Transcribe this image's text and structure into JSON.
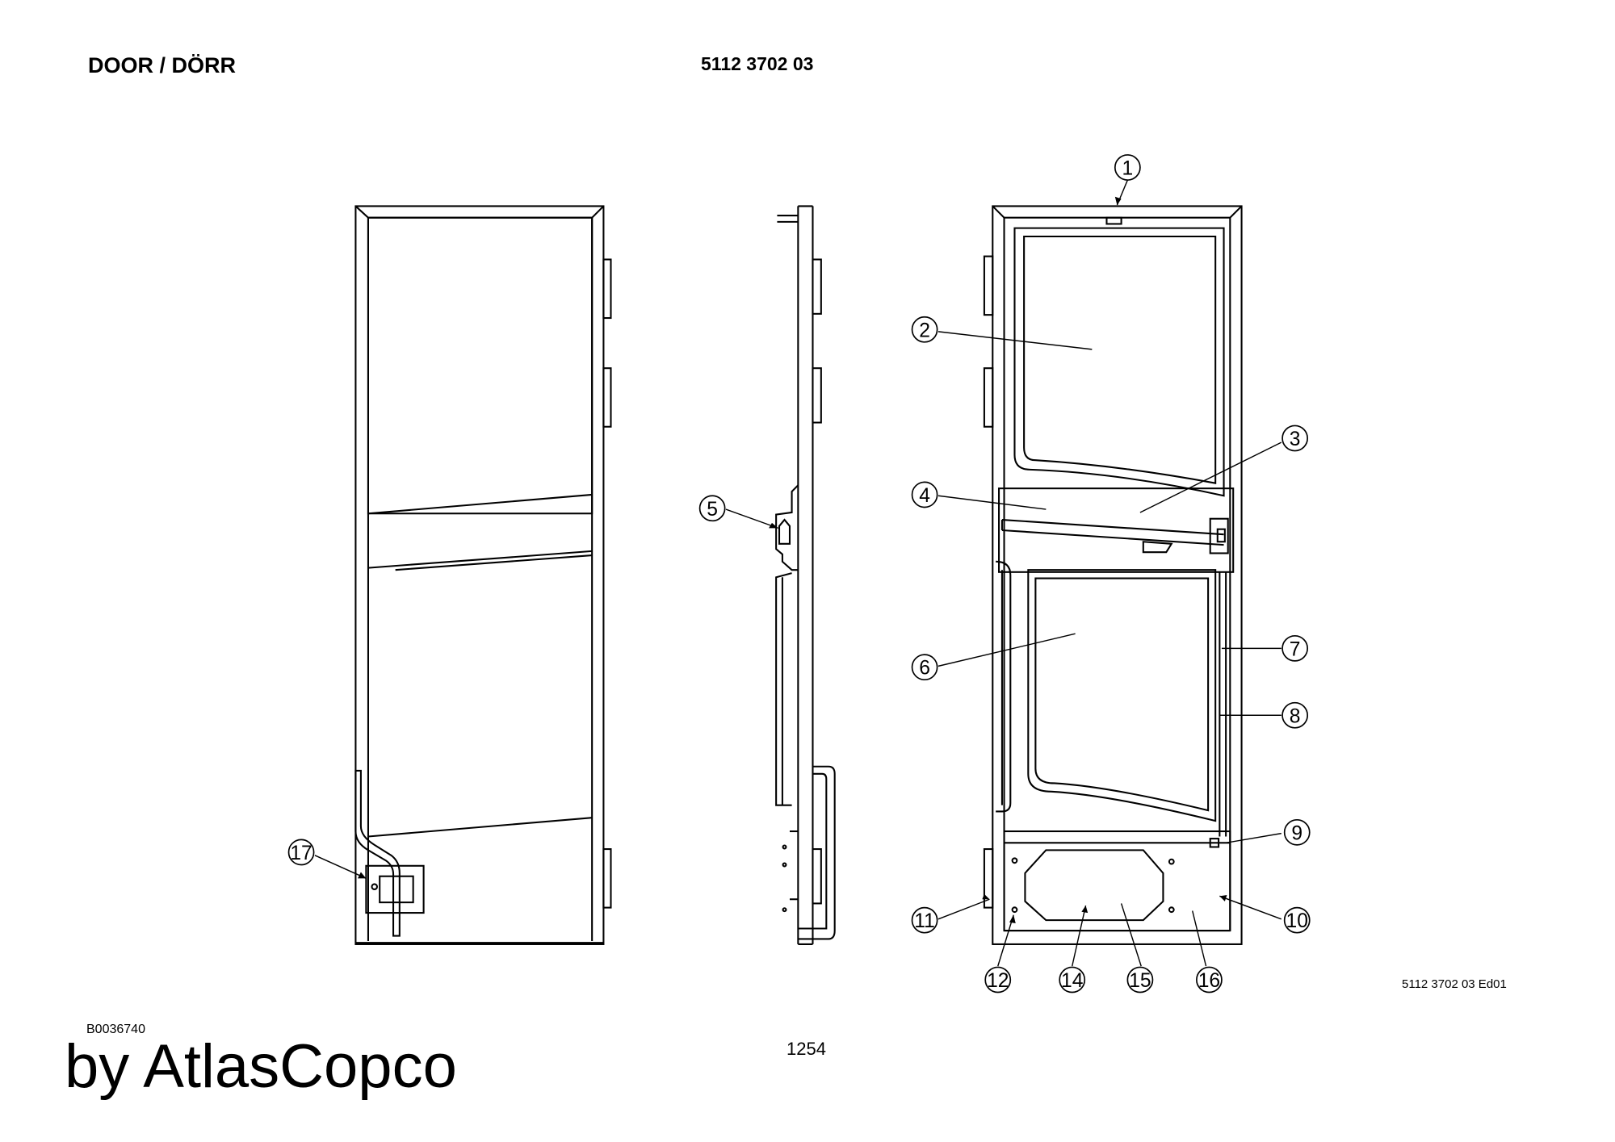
{
  "header": {
    "title": "DOOR / DÖRR",
    "part_number": "5112 3702 03"
  },
  "footer": {
    "edition": "5112 3702 03 Ed01",
    "image_id": "B0036740",
    "page_number": "1254",
    "brand": "by AtlasCopco"
  },
  "callouts": [
    "1",
    "2",
    "3",
    "4",
    "5",
    "6",
    "7",
    "8",
    "9",
    "10",
    "11",
    "12",
    "14",
    "15",
    "16",
    "17"
  ]
}
